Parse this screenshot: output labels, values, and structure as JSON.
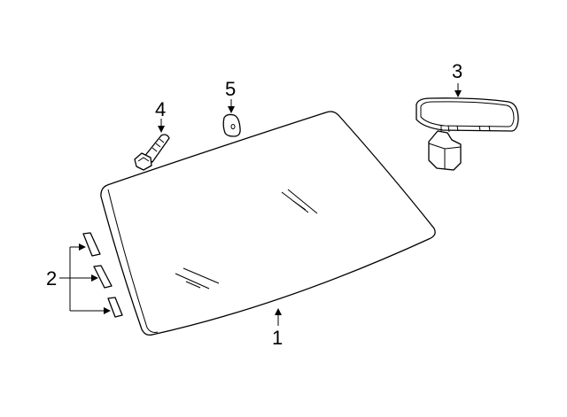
{
  "diagram": {
    "callouts": [
      {
        "number": "1",
        "part": "windshield"
      },
      {
        "number": "2",
        "part": "spacers"
      },
      {
        "number": "3",
        "part": "rear-view-mirror"
      },
      {
        "number": "4",
        "part": "bolt"
      },
      {
        "number": "5",
        "part": "nut"
      }
    ],
    "line_color": "#000000",
    "background": "#ffffff"
  }
}
